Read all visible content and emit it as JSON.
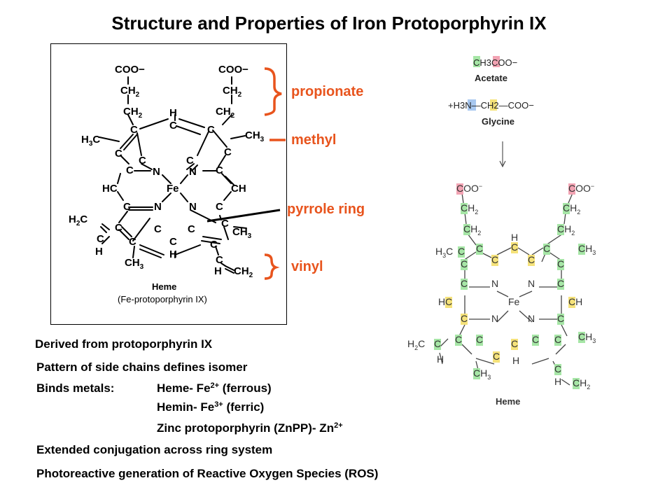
{
  "slide": {
    "title": "Structure and Properties of Iron Protoporphyrin IX"
  },
  "left_structure": {
    "caption_line1": "Heme",
    "caption_line2": "(Fe-protoporphyrin IX)",
    "atoms": {
      "coo_left": "COO−",
      "coo_right": "COO−",
      "ch2": "CH2",
      "ch3": "CH3",
      "h3c": "H3C",
      "hc": "HC",
      "ch": "CH",
      "h2c": "H2C",
      "c": "C",
      "n": "N",
      "h": "H",
      "fe": "Fe"
    }
  },
  "callouts": {
    "propionate": "propionate",
    "methyl": "methyl",
    "pyrrole_ring": "pyrrole ring",
    "vinyl": "vinyl",
    "color": "#e8541d"
  },
  "right_structure": {
    "acetate_formula": "CH3COO−",
    "acetate_label": "Acetate",
    "glycine_formula": "+H3N—CH2—COO−",
    "glycine_label": "Glycine",
    "heme_label": "Heme",
    "highlight_colors": {
      "red": "#f2a3b3",
      "green": "#a6e6a6",
      "blue": "#a8c8f0",
      "yellow": "#f5e27a"
    }
  },
  "bullets": {
    "derived": "Derived from protoporphyrin IX",
    "pattern": "Pattern of side chains defines isomer",
    "binds_label": "Binds metals:",
    "heme_prefix": "Heme- Fe",
    "heme_charge": "2+",
    "heme_suffix": " (ferrous)",
    "hemin_prefix": "Hemin- Fe",
    "hemin_charge": "3+",
    "hemin_suffix": " (ferric)",
    "zinc_prefix": "Zinc protoporphyrin (ZnPP)- Zn",
    "zinc_charge": "2+",
    "conjugation": "Extended conjugation across ring system",
    "ros": "Photoreactive generation of Reactive Oxygen Species (ROS)"
  }
}
